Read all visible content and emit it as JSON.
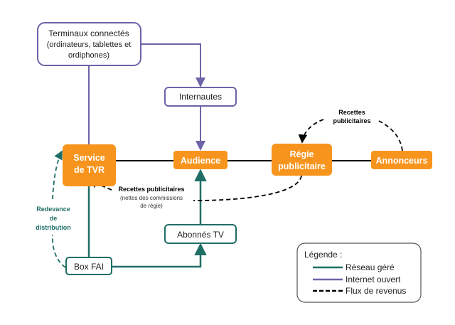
{
  "colors": {
    "orange": "#F7941D",
    "managed_network": "#1F6E66",
    "open_internet": "#6B64A8",
    "revenue_flow": "#000000"
  },
  "nodes": {
    "terminaux": {
      "lines": [
        "Terminaux connectés",
        "(ordinateurs, tablettes et",
        "ordiphones)"
      ]
    },
    "internautes": {
      "label": "Internautes"
    },
    "service_tvr": {
      "lines": [
        "Service",
        "de TVR"
      ]
    },
    "audience": {
      "label": "Audience"
    },
    "regie": {
      "lines": [
        "Régie",
        "publicitaire"
      ]
    },
    "annonceurs": {
      "label": "Annonceurs"
    },
    "box_fai": {
      "label": "Box FAI"
    },
    "abonnes_tv": {
      "label": "Abonnés TV"
    }
  },
  "labels": {
    "recettes_top": [
      "Recettes",
      "publicitaires"
    ],
    "recettes_mid": {
      "title": "Recettes publicitaires",
      "sub": [
        "(nettes des commissions",
        "de régie)"
      ]
    },
    "redevance": [
      "Redevance",
      "de",
      "distribution"
    ]
  },
  "legend": {
    "title": "Légende :",
    "items": [
      {
        "label": "Réseau géré",
        "style": "solid-teal"
      },
      {
        "label": "Internet ouvert",
        "style": "solid-purple"
      },
      {
        "label": "Flux de revenus",
        "style": "dashed-black"
      }
    ]
  }
}
